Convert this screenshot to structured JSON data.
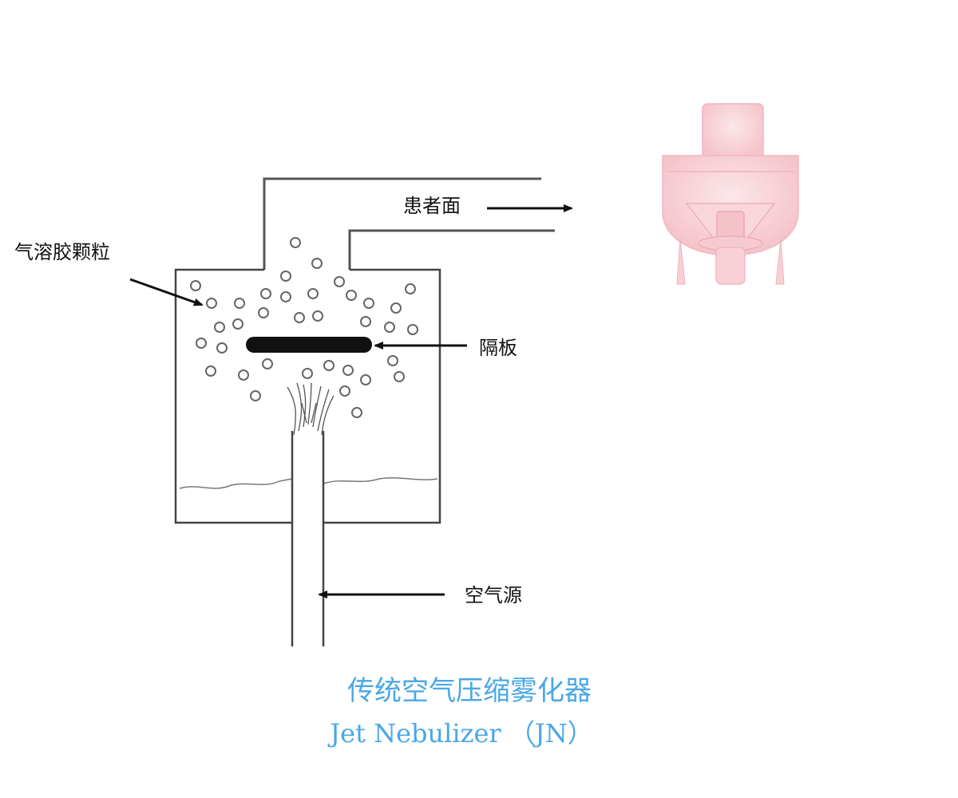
{
  "labels": {
    "aerosol": "气溶胶颗粒",
    "patient": "患者面",
    "baffle": "隔板",
    "air_source": "空气源"
  },
  "title": {
    "cn": "传统空气压缩雾化器",
    "en": "Jet Nebulizer （JN）"
  },
  "colors": {
    "title": "#4aa7e6",
    "line": "#555555",
    "device": "#f6c9cf"
  }
}
